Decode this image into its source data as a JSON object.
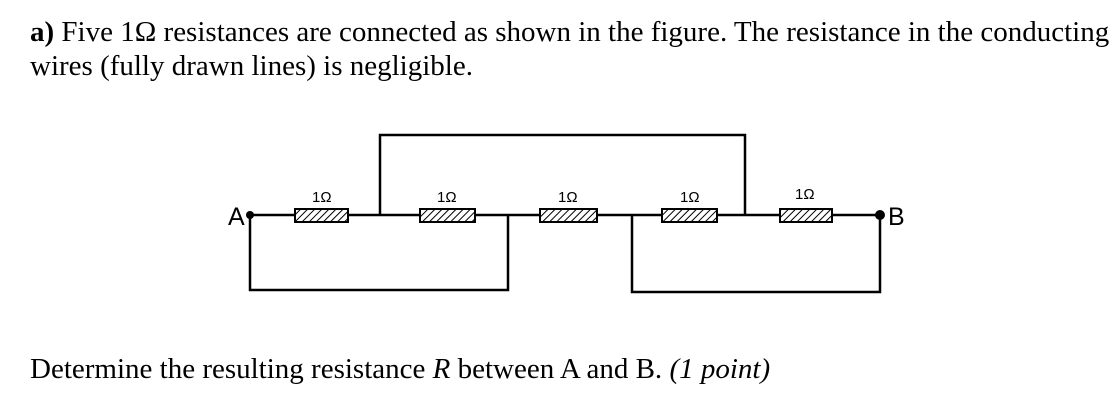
{
  "problem": {
    "label": "a)",
    "intro": "Five 1Ω resistances are connected as shown in the figure. The resistance in the conducting wires (fully drawn lines) is negligible.",
    "question_pre": "Determine the resulting resistance ",
    "question_var": "R",
    "question_post": " between A and B. ",
    "points": "(1 point)"
  },
  "figure": {
    "terminal_a": "A",
    "terminal_b": "B",
    "resistors": [
      {
        "label": "1Ω"
      },
      {
        "label": "1Ω"
      },
      {
        "label": "1Ω"
      },
      {
        "label": "1Ω"
      },
      {
        "label": "1Ω"
      }
    ]
  }
}
